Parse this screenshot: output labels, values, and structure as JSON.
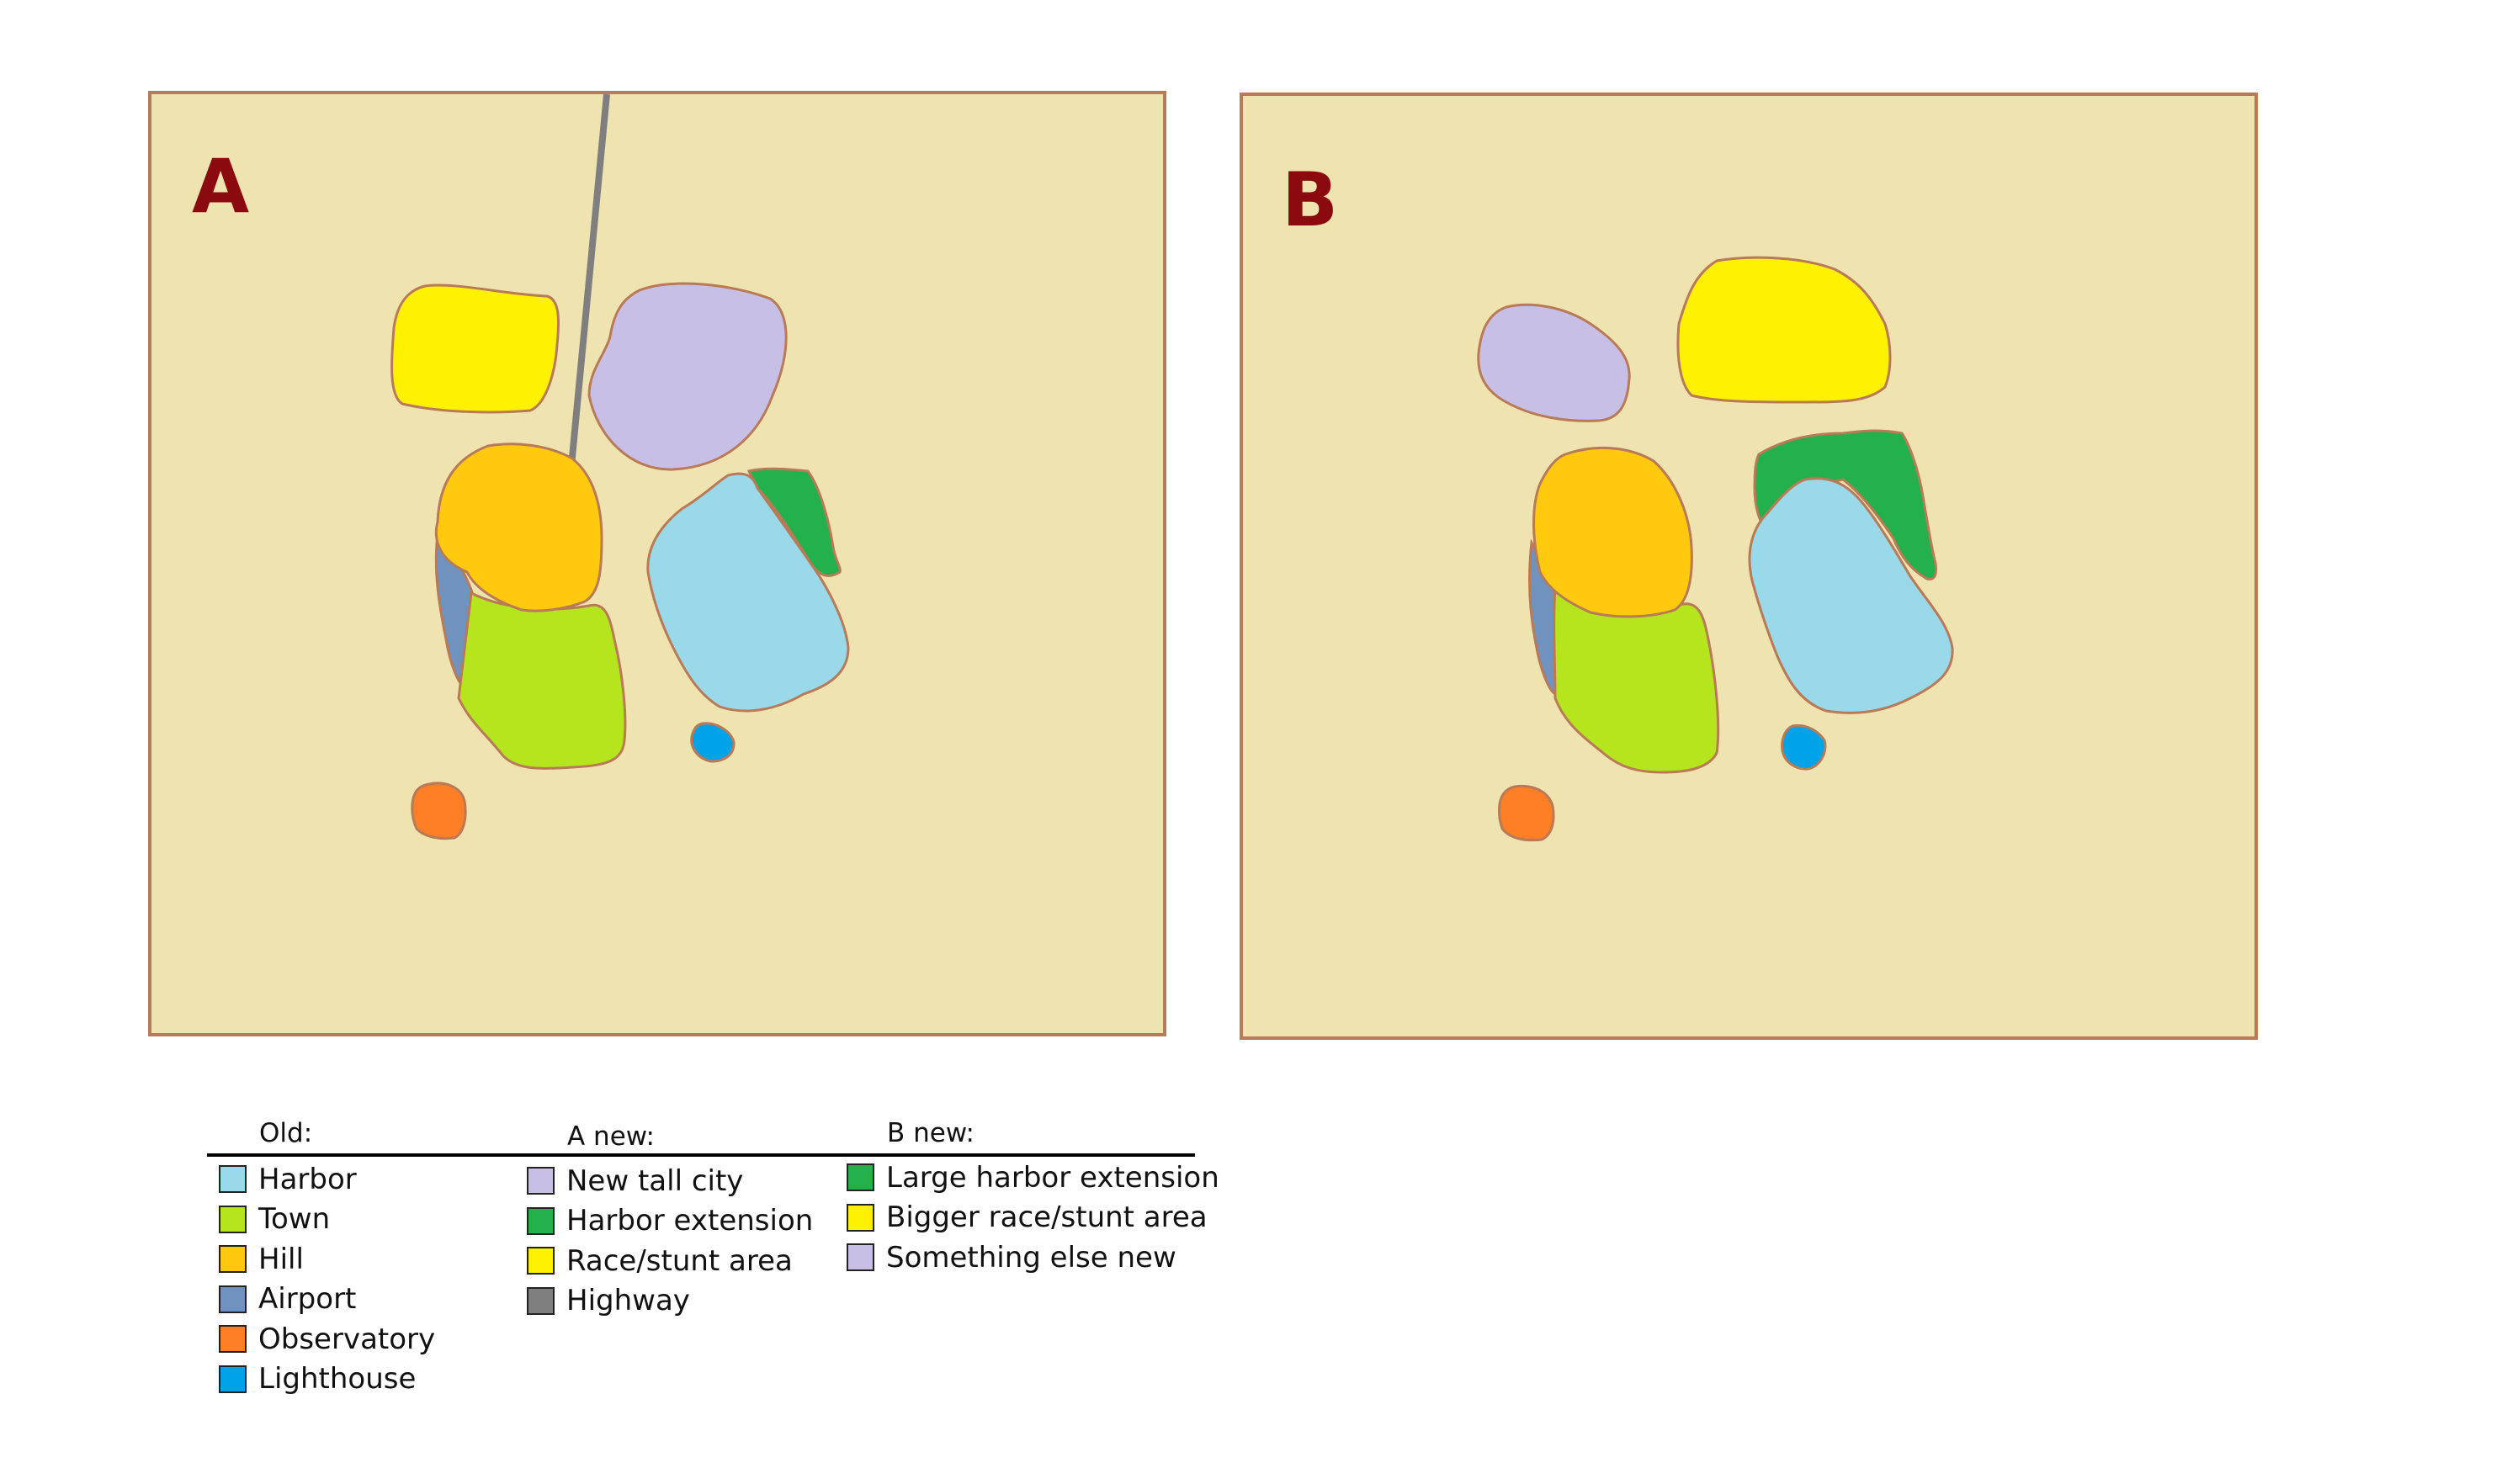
{
  "maps": [
    {
      "label": "A",
      "label_color": "#8b0a10"
    },
    {
      "label": "B",
      "label_color": "#8b0a10"
    }
  ],
  "colors": {
    "background": "#efe4b0",
    "border": "#b97a57",
    "harbor": "#99d9ea",
    "town": "#b5e61d",
    "hill": "#ffc90e",
    "airport": "#7092be",
    "observatory": "#ff7f27",
    "lighthouse": "#00a2e8",
    "new_city": "#c8bfe7",
    "harbor_extension": "#22b14c",
    "race_area": "#fff200",
    "highway": "#7f7f7f"
  },
  "legend": {
    "columns": [
      {
        "heading": "Old:",
        "items": [
          {
            "label": "Harbor",
            "color": "#99d9ea"
          },
          {
            "label": "Town",
            "color": "#b5e61d"
          },
          {
            "label": "Hill",
            "color": "#ffc90e"
          },
          {
            "label": "Airport",
            "color": "#7092be"
          },
          {
            "label": "Observatory",
            "color": "#ff7f27"
          },
          {
            "label": "Lighthouse",
            "color": "#00a2e8"
          }
        ]
      },
      {
        "heading": "A new:",
        "items": [
          {
            "label": "New tall city",
            "color": "#c8bfe7"
          },
          {
            "label": "Harbor extension",
            "color": "#22b14c"
          },
          {
            "label": "Race/stunt area",
            "color": "#fff200"
          },
          {
            "label": "Highway",
            "color": "#7f7f7f"
          }
        ]
      },
      {
        "heading": "B new:",
        "items": [
          {
            "label": "Large harbor extension",
            "color": "#22b14c"
          },
          {
            "label": "Bigger race/stunt area",
            "color": "#fff200"
          },
          {
            "label": "Something else new",
            "color": "#c8bfe7"
          }
        ]
      }
    ]
  }
}
